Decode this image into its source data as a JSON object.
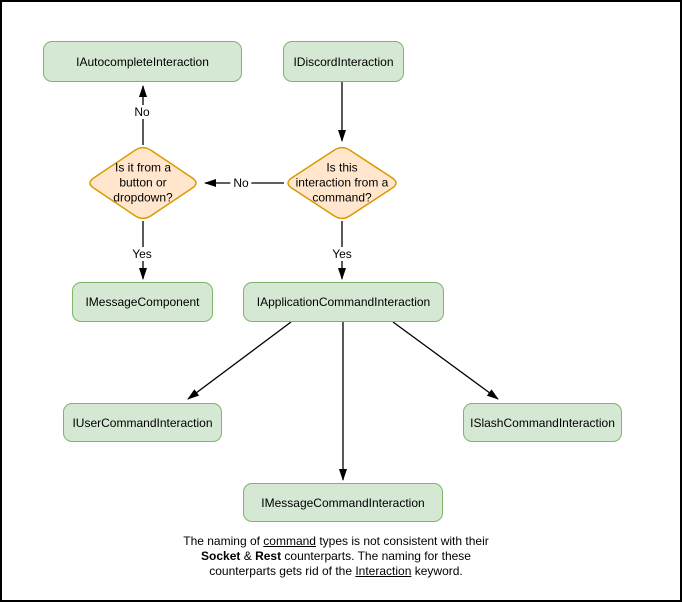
{
  "colors": {
    "canvas_bg": "#ffffff",
    "frame_color": "#000000",
    "node_fill": "#d5e8d4",
    "node_border": "#82b366",
    "decision_fill": "#ffe6cc",
    "decision_border": "#d79b00",
    "edge_color": "#000000"
  },
  "nodes": {
    "autocomplete": {
      "label": "IAutocompleteInteraction"
    },
    "discord": {
      "label": "IDiscordInteraction"
    },
    "message_component": {
      "label": "IMessageComponent"
    },
    "application_command": {
      "label": "IApplicationCommandInteraction"
    },
    "user_command": {
      "label": "IUserCommandInteraction"
    },
    "slash_command": {
      "label": "ISlashCommandInteraction"
    },
    "message_command": {
      "label": "IMessageCommandInteraction"
    }
  },
  "decisions": {
    "button_dropdown": {
      "label": "Is it from a\nbutton or\ndropdown?"
    },
    "from_command": {
      "label": "Is this\ninteraction from a\ncommand?"
    }
  },
  "edge_labels": {
    "no_top": "No",
    "no_middle": "No",
    "yes_left": "Yes",
    "yes_right": "Yes"
  },
  "note": {
    "l1a": "The naming of ",
    "l1b": "command",
    "l1c": " types is not consistent with their",
    "l2a": "Socket",
    "l2b": " & ",
    "l2c": "Rest",
    "l2d": " counterparts. The naming for these",
    "l3a": "counterparts gets rid of the ",
    "l3b": "Interaction",
    "l3c": " keyword."
  }
}
